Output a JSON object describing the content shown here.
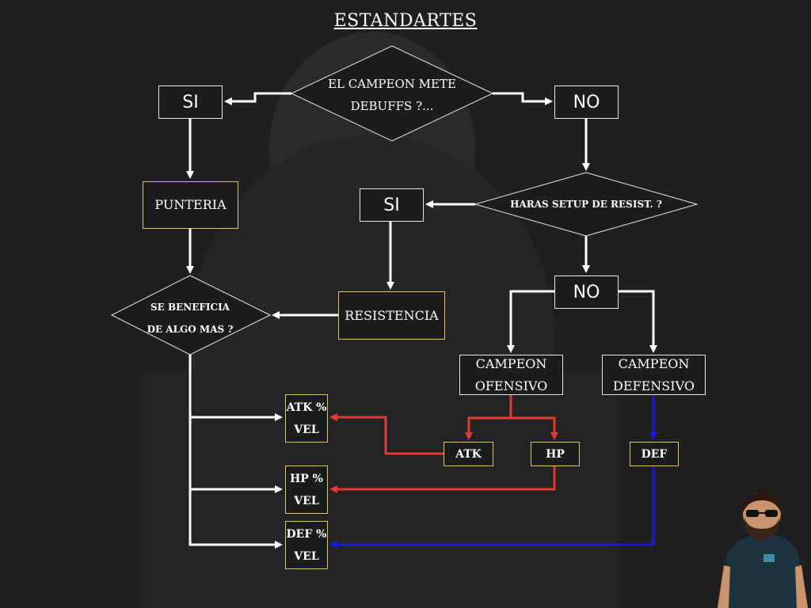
{
  "title": "ESTANDARTES",
  "nodes": {
    "q_debuffs": "EL CAMPEON METE DEBUFFS ?...",
    "q_debuffs_l1": "EL CAMPEON METE",
    "q_debuffs_l2": "DEBUFFS ?...",
    "si_top": "SI",
    "no_top": "NO",
    "punteria": "PUNTERIA",
    "q_setup": "HARAS SETUP DE RESIST. ?",
    "si_mid": "SI",
    "no_mid": "NO",
    "resistencia": "RESISTENCIA",
    "q_beneficia_l1": "SE BENEFICIA",
    "q_beneficia_l2": "DE ALGO MAS ?",
    "ofensivo_l1": "CAMPEON",
    "ofensivo_l2": "OFENSIVO",
    "defensivo_l1": "CAMPEON",
    "defensivo_l2": "DEFENSIVO",
    "atk": "ATK",
    "hp": "HP",
    "def": "DEF",
    "atk_vel_l1": "ATK %",
    "atk_vel_l2": "VEL",
    "hp_vel_l1": "HP %",
    "hp_vel_l2": "VEL",
    "def_vel_l1": "DEF %",
    "def_vel_l2": "VEL"
  },
  "colors": {
    "background": "#1f1f1f",
    "connector_white": "#ffffff",
    "connector_red": "#e53935",
    "connector_blue": "#1a1ad6",
    "box_border_yellow": "#e0c07a"
  }
}
